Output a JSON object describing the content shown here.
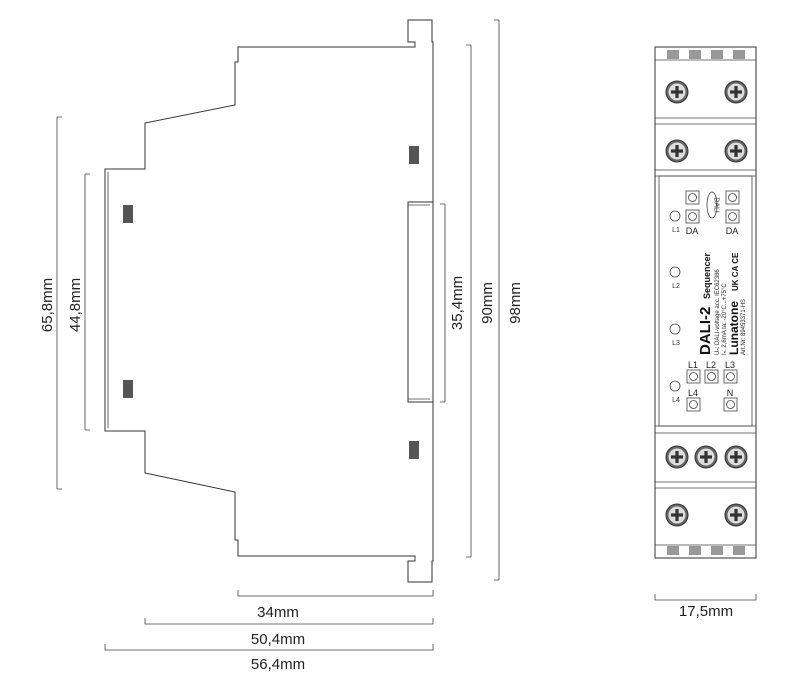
{
  "dimensions": {
    "height_65_8": "65,8mm",
    "height_44_8": "44,8mm",
    "height_35_4": "35,4mm",
    "height_90": "90mm",
    "height_98": "98mm",
    "width_34": "34mm",
    "width_50_4": "50,4mm",
    "width_56_4": "56,4mm",
    "width_17_5": "17,5mm"
  },
  "front_label": {
    "brand_product": "DALI-2",
    "product_sub": "Sequencer",
    "line1": "Uₙ: DALI-voltage acc. IEC62386",
    "line2": "Iₙ: 2,6mA    ta: -20°C...+75°C",
    "brand": "Lunatone",
    "marks": "UK CA  CE",
    "art_nr": "Art.Nr: 89453371-HS",
    "dali_logo": "DALI"
  },
  "terminals": {
    "da_left": "DA",
    "da_right": "DA",
    "l1": "L1",
    "l2": "L2",
    "l3": "L3",
    "l4": "L4",
    "n": "N"
  },
  "leds": [
    "L1",
    "L2",
    "L3",
    "L4"
  ]
}
